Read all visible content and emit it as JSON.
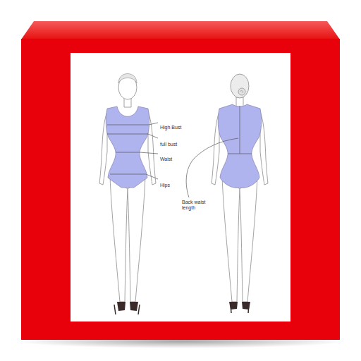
{
  "diagram": {
    "labels": [
      "High Bust",
      "full bust",
      "Waist",
      "Hips",
      "Back waist length"
    ]
  }
}
